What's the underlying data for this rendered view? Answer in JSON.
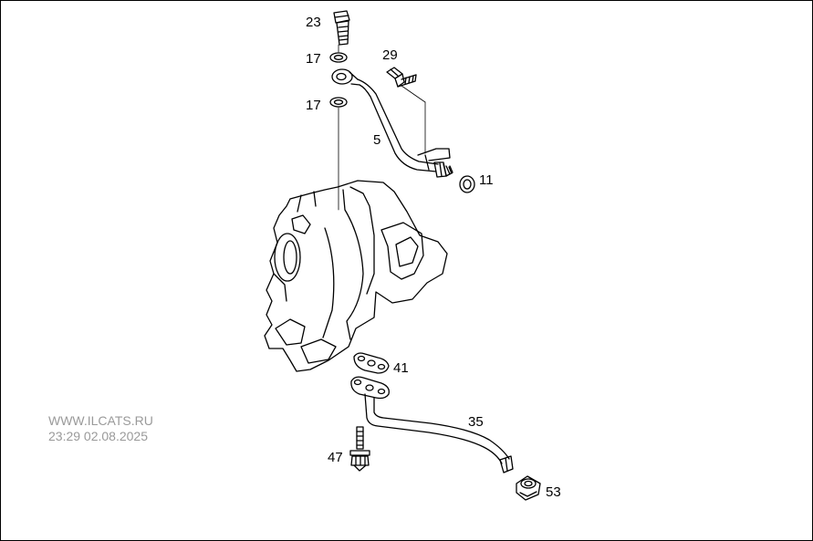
{
  "callouts": {
    "c23": "23",
    "c17a": "17",
    "c17b": "17",
    "c29": "29",
    "c5": "5",
    "c11": "11",
    "c41": "41",
    "c35": "35",
    "c47": "47",
    "c53": "53"
  },
  "watermark": {
    "site": "WWW.ILCATS.RU",
    "datetime": "23:29 02.08.2025"
  },
  "colors": {
    "line": "#000000",
    "background": "#ffffff",
    "watermark": "#9a9a9a"
  }
}
